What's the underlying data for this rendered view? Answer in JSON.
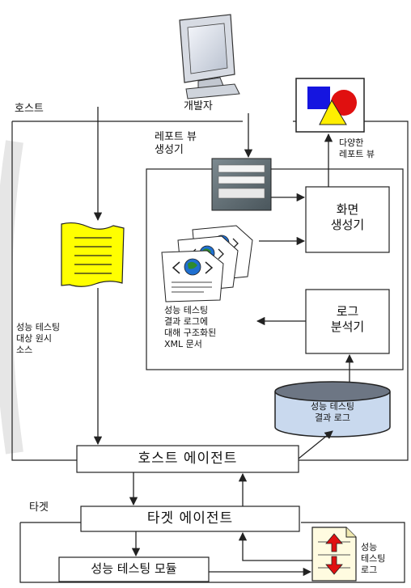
{
  "labels": {
    "developer": "개발자",
    "host": "호스트",
    "target": "타겟",
    "report_view_generator": "레포트 뷰\n생성기",
    "various_report_view": "다양한\n레포트 뷰",
    "screen_generator": "화면\n생성기",
    "log_analyzer": "로그\n분석기",
    "xml_docs": "성능 테스팅\n결과 로그에\n대해 구조화된\nXML 문서",
    "source_code": "성능 테스팅\n대상 원시\n소스",
    "perf_log_db": "성능 테스팅\n결과 로그",
    "host_agent": "호스트 에이전트",
    "target_agent": "타겟 에이전트",
    "perf_module": "성능 테스팅 모듈",
    "perf_log_file": "성능\n테스팅\n로그"
  },
  "icons": [
    "monitor-icon",
    "report-shapes-icon",
    "form-icon",
    "source-code-icon",
    "xml-document-icon",
    "database-icon",
    "log-file-icon"
  ],
  "colors": {
    "line": "#222222",
    "source_yellow": "#ffff00",
    "shape_blue": "#1515e0",
    "shape_red": "#e01010",
    "shape_yellow": "#ffee00",
    "db_fill": "#c9d9ee",
    "globe_blue": "#1f6fd0",
    "globe_green": "#2e8b2e"
  }
}
